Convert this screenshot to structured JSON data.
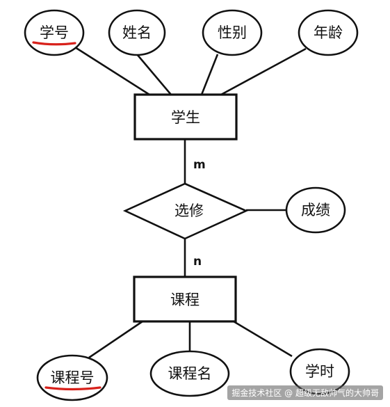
{
  "diagram": {
    "entities": {
      "student": "学生",
      "course": "课程"
    },
    "relationship": {
      "label": "选修",
      "attribute": "成绩",
      "cardinality_student": "m",
      "cardinality_course": "n"
    },
    "student_attributes": {
      "id": "学号",
      "name": "姓名",
      "gender": "性别",
      "age": "年龄"
    },
    "course_attributes": {
      "id": "课程号",
      "name": "课程名",
      "hours": "学时"
    },
    "primary_key_color": "#d8211b"
  },
  "watermark": "掘金技术社区 @ 超级无敌帅气的大帅哥"
}
